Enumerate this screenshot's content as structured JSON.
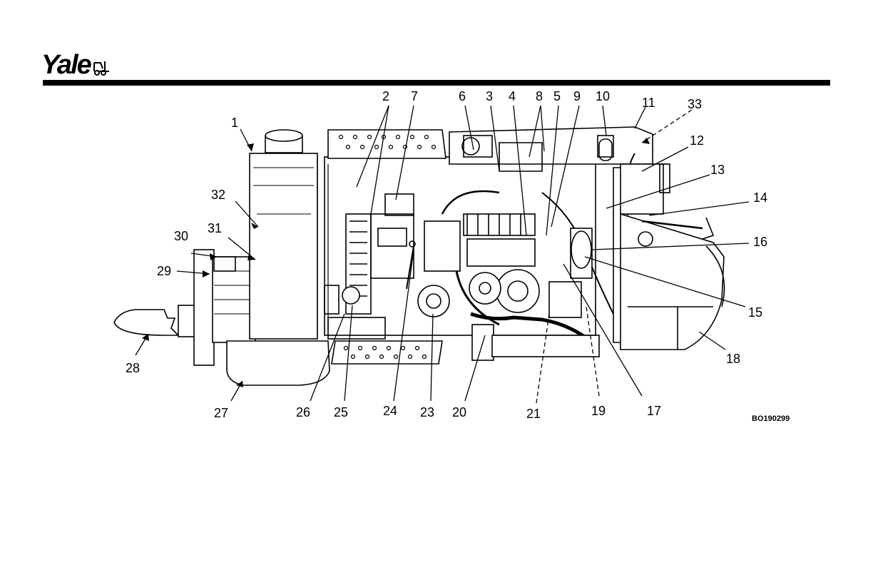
{
  "brand": {
    "name": "Yale"
  },
  "figure_id": "BO190299",
  "callouts": [
    "1",
    "2",
    "3",
    "4",
    "5",
    "6",
    "7",
    "8",
    "9",
    "10",
    "11",
    "12",
    "13",
    "14",
    "15",
    "16",
    "17",
    "18",
    "19",
    "20",
    "21",
    "23",
    "24",
    "25",
    "26",
    "27",
    "28",
    "29",
    "30",
    "31",
    "32",
    "33"
  ]
}
